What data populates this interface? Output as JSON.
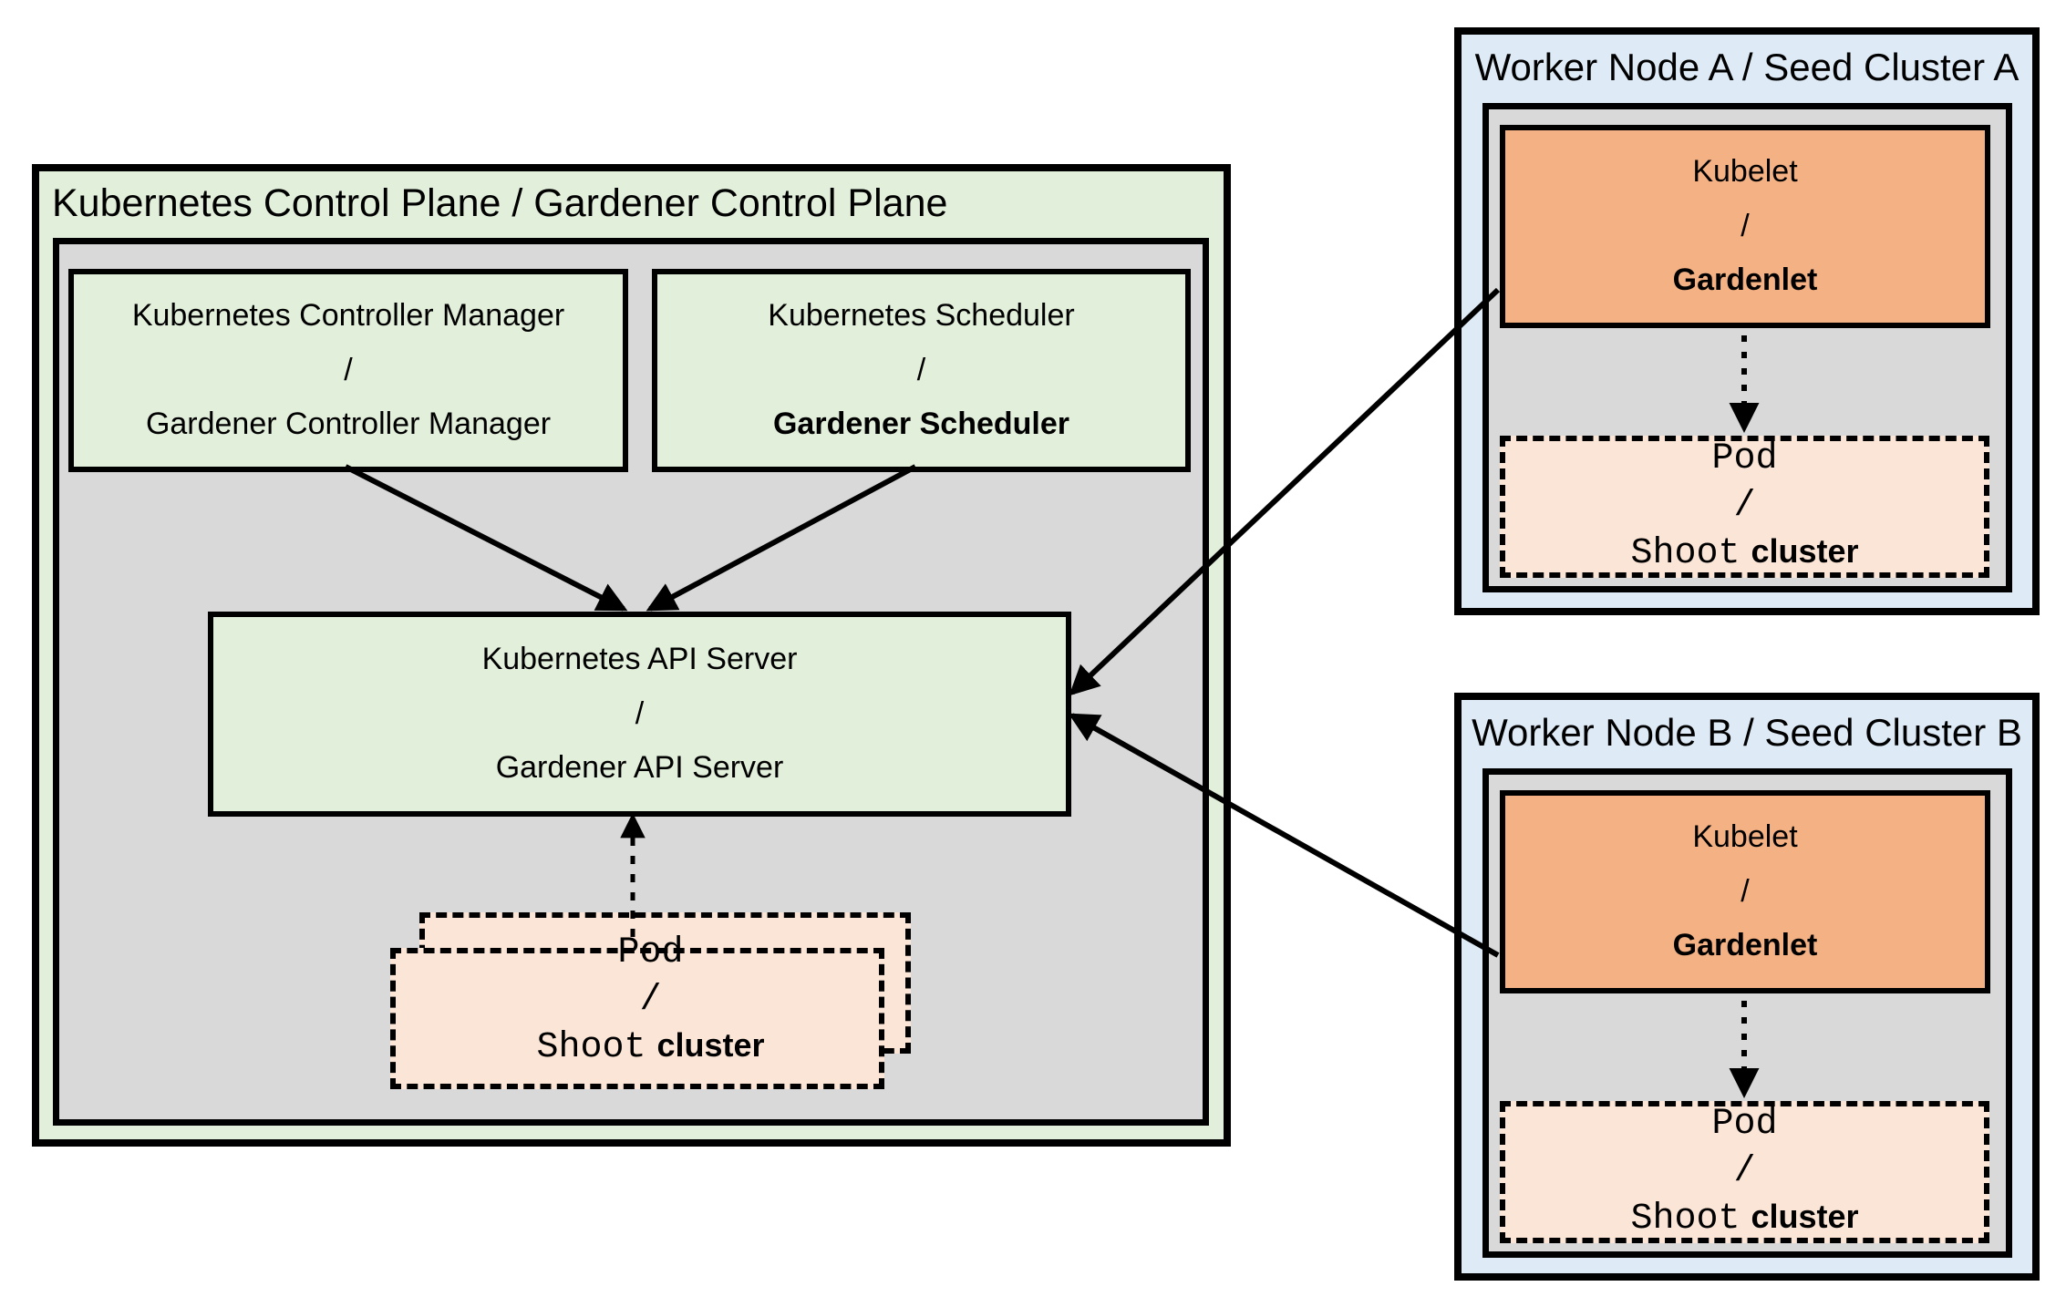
{
  "colors": {
    "control_plane_bg": "#E2EFDA",
    "inner_panel_bg": "#D9D9D9",
    "component_green": "#E2EFDA",
    "worker_bg": "#DEEBF7",
    "kubelet_orange": "#F4B183",
    "pod_peach": "#FBE5D6",
    "line_black": "#000000"
  },
  "control_plane": {
    "title": "Kubernetes Control Plane / Gardener Control Plane",
    "controller_manager": {
      "line1": "Kubernetes Controller Manager",
      "separator": "/",
      "line2": "Gardener Controller Manager"
    },
    "scheduler": {
      "line1": "Kubernetes Scheduler",
      "separator": "/",
      "line2": "Gardener Scheduler"
    },
    "api_server": {
      "line1": "Kubernetes API Server",
      "separator": "/",
      "line2": "Gardener API Server"
    },
    "pod": {
      "line1": "Pod",
      "separator": "/",
      "line2_code": "Shoot",
      "line2_text": "cluster"
    }
  },
  "worker_node_a": {
    "title": "Worker Node A / Seed Cluster A",
    "kubelet": {
      "line1": "Kubelet",
      "separator": "/",
      "line2": "Gardenlet"
    },
    "pod": {
      "line1": "Pod",
      "separator": "/",
      "line2_code": "Shoot",
      "line2_text": "cluster"
    }
  },
  "worker_node_b": {
    "title": "Worker Node B / Seed Cluster B",
    "kubelet": {
      "line1": "Kubelet",
      "separator": "/",
      "line2": "Gardenlet"
    },
    "pod": {
      "line1": "Pod",
      "separator": "/",
      "line2_code": "Shoot",
      "line2_text": "cluster"
    }
  }
}
